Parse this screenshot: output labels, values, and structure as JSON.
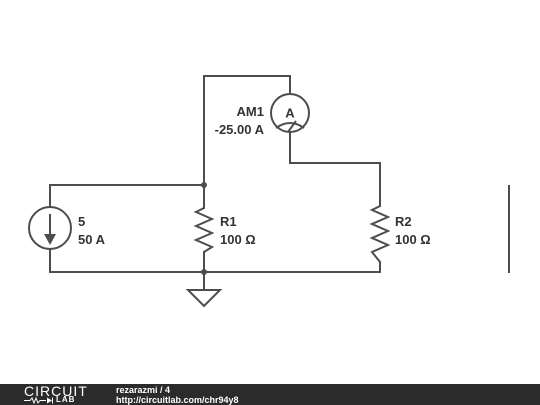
{
  "circuit": {
    "source": {
      "label": "5",
      "value": "50 A"
    },
    "ammeter": {
      "label": "AM1",
      "value": "-25.00 A",
      "symbol": "A"
    },
    "r1": {
      "label": "R1",
      "value": "100 Ω"
    },
    "r2": {
      "label": "R2",
      "value": "100 Ω"
    }
  },
  "footer": {
    "logo_top": "CIRCUIT",
    "logo_bottom": "LAB",
    "user": "rezarazmi / 4",
    "url": "http://circuitlab.com/chr94y8"
  },
  "colors": {
    "wire": "#4d4d4d",
    "footer_bg": "#2b2b2b"
  }
}
